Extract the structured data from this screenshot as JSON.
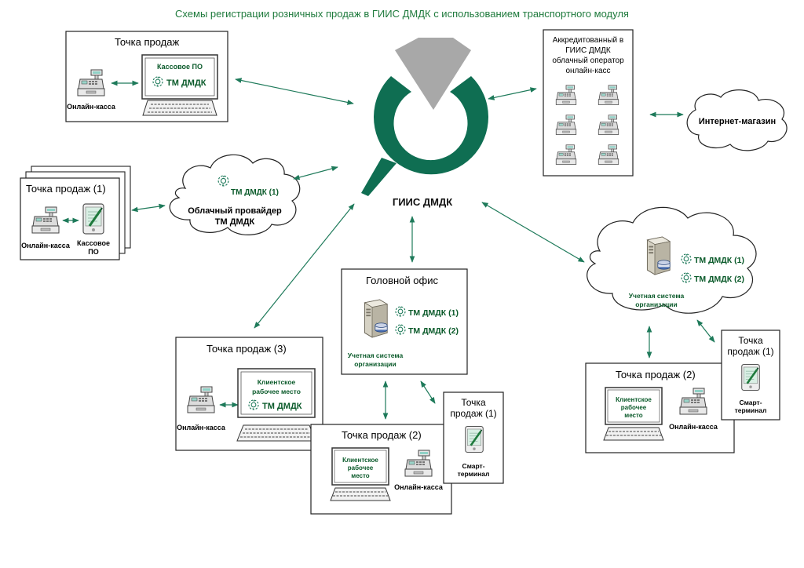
{
  "title": "Схемы регистрации розничных продаж в ГИИС ДМДК с использованием транспортного модуля",
  "colors": {
    "title": "#1e7a3c",
    "accent": "#0f6e52",
    "tm_text": "#0a5a2a",
    "arrow": "#1e7a5a",
    "logo_gray": "#a8a8a8",
    "border": "#222222"
  },
  "center": {
    "label": "ГИИС ДМДК"
  },
  "blocks": {
    "top_left": {
      "title": "Точка продаж",
      "cash_label": "Онлайн-касса",
      "screen_title": "Кассовое ПО",
      "tm_label": "ТМ ДМДК"
    },
    "mid_left": {
      "title": "Точка продаж (1)",
      "cash_label": "Онлайн-касса",
      "pos_label_1": "Кассовое",
      "pos_label_2": "ПО"
    },
    "cloud_provider": {
      "tm_label": "ТМ ДМДК (1)",
      "line1": "Облачный провайдер",
      "line2": "ТМ ДМДК"
    },
    "cloud_operator": {
      "line1": "Аккредитованный в",
      "line2": "ГИИС ДМДК",
      "line3": "облачный оператор",
      "line4": "онлайн-касс"
    },
    "internet_shop": {
      "label": "Интернет-магазин"
    },
    "cloud_org": {
      "tm1": "ТМ ДМДК (1)",
      "tm2": "ТМ ДМДК (2)",
      "label1": "Учетная система",
      "label2": "организации"
    },
    "head_office": {
      "title": "Головной офис",
      "tm1": "ТМ ДМДК (1)",
      "tm2": "ТМ ДМДК (2)",
      "label1": "Учетная система",
      "label2": "организации"
    },
    "pos3": {
      "title": "Точка продаж (3)",
      "cash_label": "Онлайн-касса",
      "screen_line1": "Клиентское",
      "screen_line2": "рабочее место",
      "tm_label": "ТМ ДМДК"
    },
    "pos2_center": {
      "title": "Точка продаж (2)",
      "screen_line1": "Клиентское",
      "screen_line2": "рабочее",
      "screen_line3": "место",
      "cash_label": "Онлайн-касса"
    },
    "pos1_center": {
      "title_line1": "Точка",
      "title_line2": "продаж (1)",
      "device_line1": "Смарт-",
      "device_line2": "терминал"
    },
    "pos2_right": {
      "title": "Точка продаж (2)",
      "screen_line1": "Клиентское",
      "screen_line2": "рабочее",
      "screen_line3": "место",
      "cash_label": "Онлайн-касса"
    },
    "pos1_right": {
      "title_line1": "Точка",
      "title_line2": "продаж (1)",
      "device_line1": "Смарт-",
      "device_line2": "терминал"
    }
  }
}
